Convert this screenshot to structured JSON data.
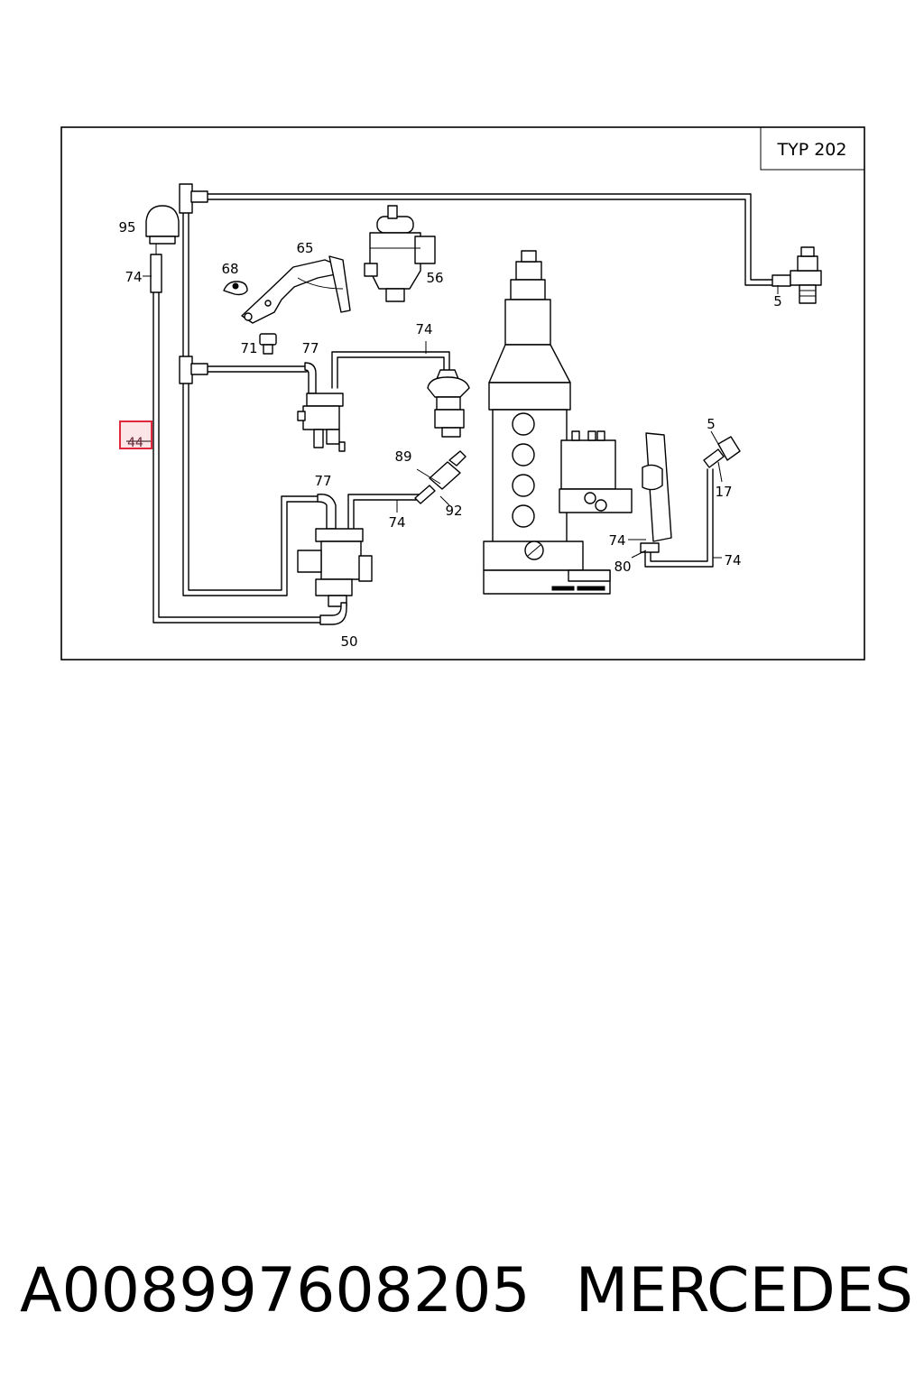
{
  "diagram": {
    "model_badge": "TYP 202",
    "highlighted_label": "44",
    "labels": {
      "l95": "95",
      "l74a": "74",
      "l65": "65",
      "l68": "68",
      "l56": "56",
      "l5a": "5",
      "l71": "71",
      "l77a": "77",
      "l74b": "74",
      "l5b": "5",
      "l17": "17",
      "l89": "89",
      "l92": "92",
      "l77b": "77",
      "l74c": "74",
      "l74d": "74",
      "l80": "80",
      "l74e": "74",
      "l50": "50"
    }
  },
  "caption": {
    "part_number": "A008997608205",
    "brand": "MERCEDES"
  }
}
